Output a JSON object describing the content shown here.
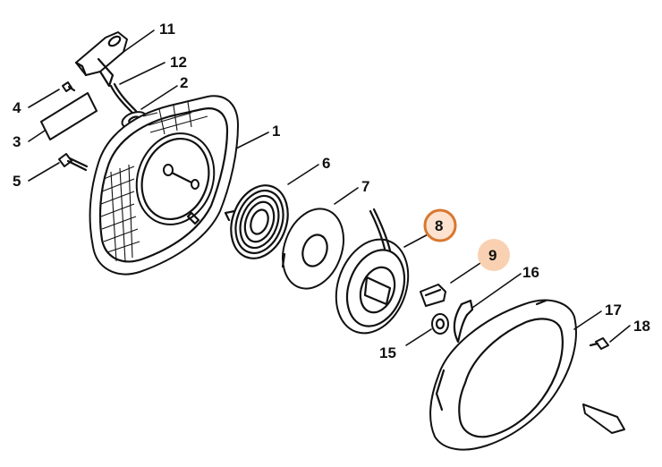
{
  "callouts": {
    "c1": "1",
    "c2": "2",
    "c3": "3",
    "c4": "4",
    "c5": "5",
    "c6": "6",
    "c7": "7",
    "c8": "8",
    "c9": "9",
    "c11": "11",
    "c12": "12",
    "c15": "15",
    "c16": "16",
    "c17": "17",
    "c18": "18"
  },
  "colors": {
    "highlight_selected_ring": "#d9772f",
    "highlight_selected_fill": "#fde3cf",
    "highlight_secondary_fill": "#f9d1b2",
    "ink": "#111111"
  }
}
